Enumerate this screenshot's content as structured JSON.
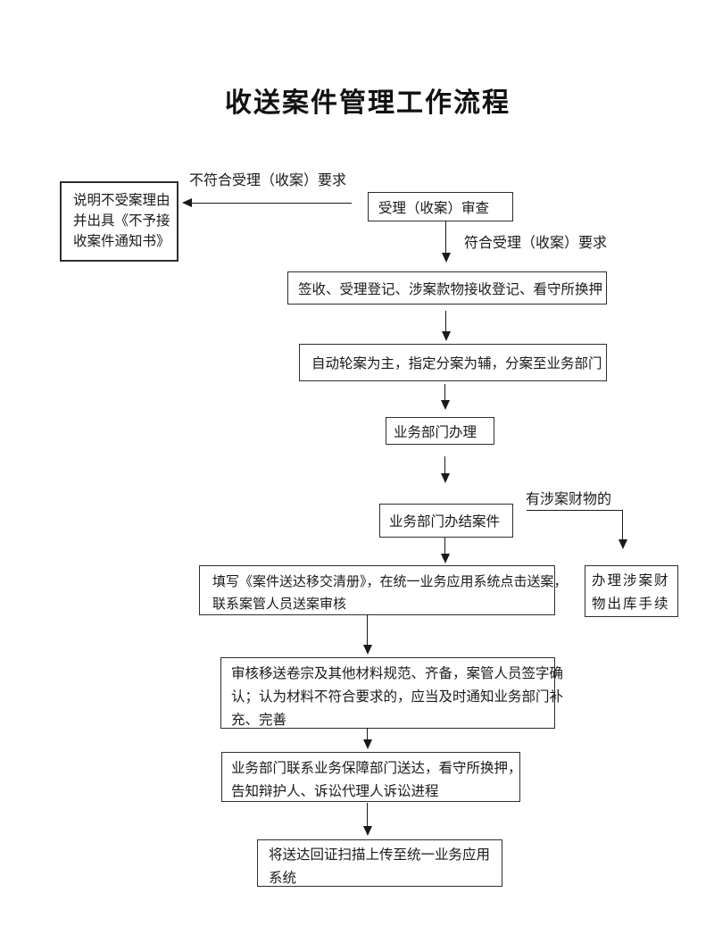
{
  "page": {
    "title": "收送案件管理工作流程"
  },
  "labels": {
    "not_meet": "不符合受理（收案）要求",
    "meet": "符合受理（收案）要求",
    "has_property": "有涉案财物的"
  },
  "nodes": {
    "refuse": {
      "lines": [
        "说明不受案理由",
        "并出具《不予接",
        "收案件通知书》"
      ]
    },
    "review": {
      "text": "受理（收案）审查"
    },
    "sign": {
      "text": "签收、受理登记、涉案款物接收登记、看守所换押"
    },
    "assign": {
      "text": "自动轮案为主，指定分案为辅，分案至业务部门"
    },
    "handle": {
      "text": "业务部门办理"
    },
    "close": {
      "text": "业务部门办结案件"
    },
    "transfer": {
      "lines": [
        "填写《案件送达移交清册》，在统一业务应用系统点击送案，",
        "联系案管人员送案审核"
      ]
    },
    "audit": {
      "lines": [
        "审核移送卷宗及其他材料规范、齐备，案管人员签字确",
        "认；认为材料不符合要求的，应当及时通知业务部门补",
        "充、完善"
      ]
    },
    "deliver": {
      "lines": [
        "业务部门联系业务保障部门送达，看守所换押，",
        "告知辩护人、诉讼代理人诉讼进程"
      ]
    },
    "upload": {
      "lines": [
        "将送达回证扫描上传至统一业务应用",
        "系统"
      ]
    },
    "property": {
      "lines": [
        "办理涉案财",
        "物出库手续"
      ]
    }
  },
  "edges": [
    {
      "from": "review",
      "to": "refuse",
      "label": "不符合受理（收案）要求"
    },
    {
      "from": "review",
      "to": "sign",
      "label": "符合受理（收案）要求"
    },
    {
      "from": "sign",
      "to": "assign",
      "label": ""
    },
    {
      "from": "assign",
      "to": "handle",
      "label": ""
    },
    {
      "from": "handle",
      "to": "close",
      "label": ""
    },
    {
      "from": "close",
      "to": "property",
      "label": "有涉案财物的"
    },
    {
      "from": "close",
      "to": "transfer",
      "label": ""
    },
    {
      "from": "transfer",
      "to": "audit",
      "label": ""
    },
    {
      "from": "audit",
      "to": "deliver",
      "label": ""
    },
    {
      "from": "deliver",
      "to": "upload",
      "label": ""
    }
  ],
  "colors": {
    "ink": "#1a1a1a",
    "border": "#2e2e2e",
    "background": "#ffffff"
  }
}
